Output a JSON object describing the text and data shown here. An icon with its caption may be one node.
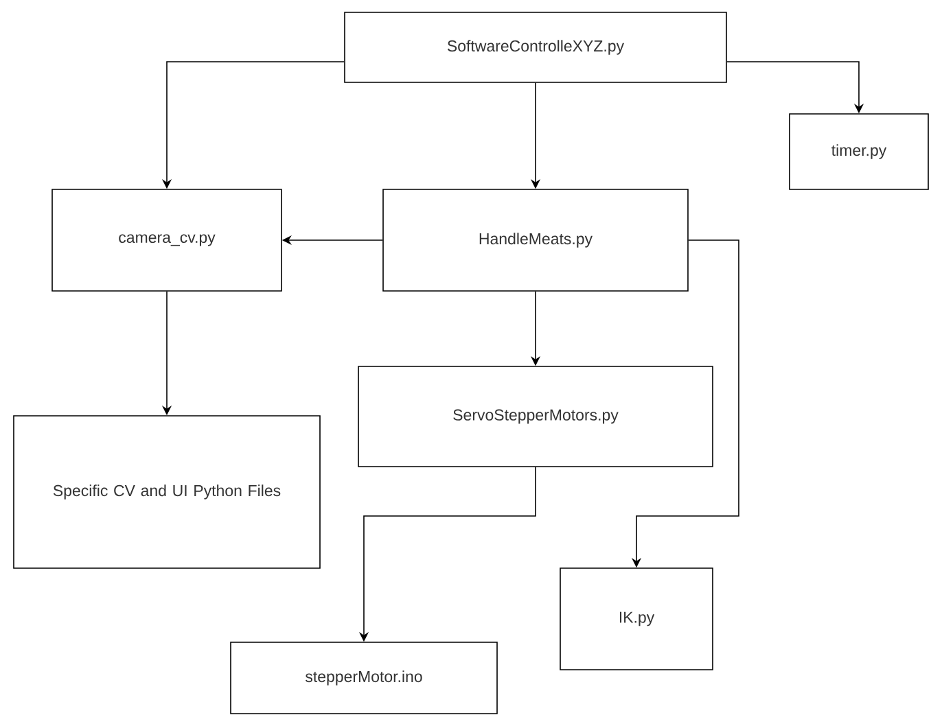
{
  "diagram": {
    "nodes": [
      {
        "text": [
          "SoftwareControlleXYZ.py"
        ]
      },
      {
        "text": [
          "timer.py"
        ]
      },
      {
        "text": [
          "camera_cv.py"
        ]
      },
      {
        "text": [
          "HandleMeats.py"
        ]
      },
      {
        "text": [
          "ServoStepperMotors.py"
        ]
      },
      {
        "text": [
          "Specific CV and UI Python Files"
        ]
      },
      {
        "text": [
          "IK.py"
        ]
      },
      {
        "text": [
          "stepperMotor.ino"
        ]
      }
    ],
    "edges": [
      {
        "from": 0,
        "to": 2,
        "arrow": "to"
      },
      {
        "from": 0,
        "to": 3,
        "arrow": "to"
      },
      {
        "from": 0,
        "to": 1,
        "arrow": "to"
      },
      {
        "from": 3,
        "to": 2,
        "arrow": "to"
      },
      {
        "from": 2,
        "to": 5,
        "arrow": "to"
      },
      {
        "from": 3,
        "to": 4,
        "arrow": "to"
      },
      {
        "from": 3,
        "to": 6,
        "arrow": "to"
      },
      {
        "from": 4,
        "to": 7,
        "arrow": "to"
      }
    ]
  }
}
